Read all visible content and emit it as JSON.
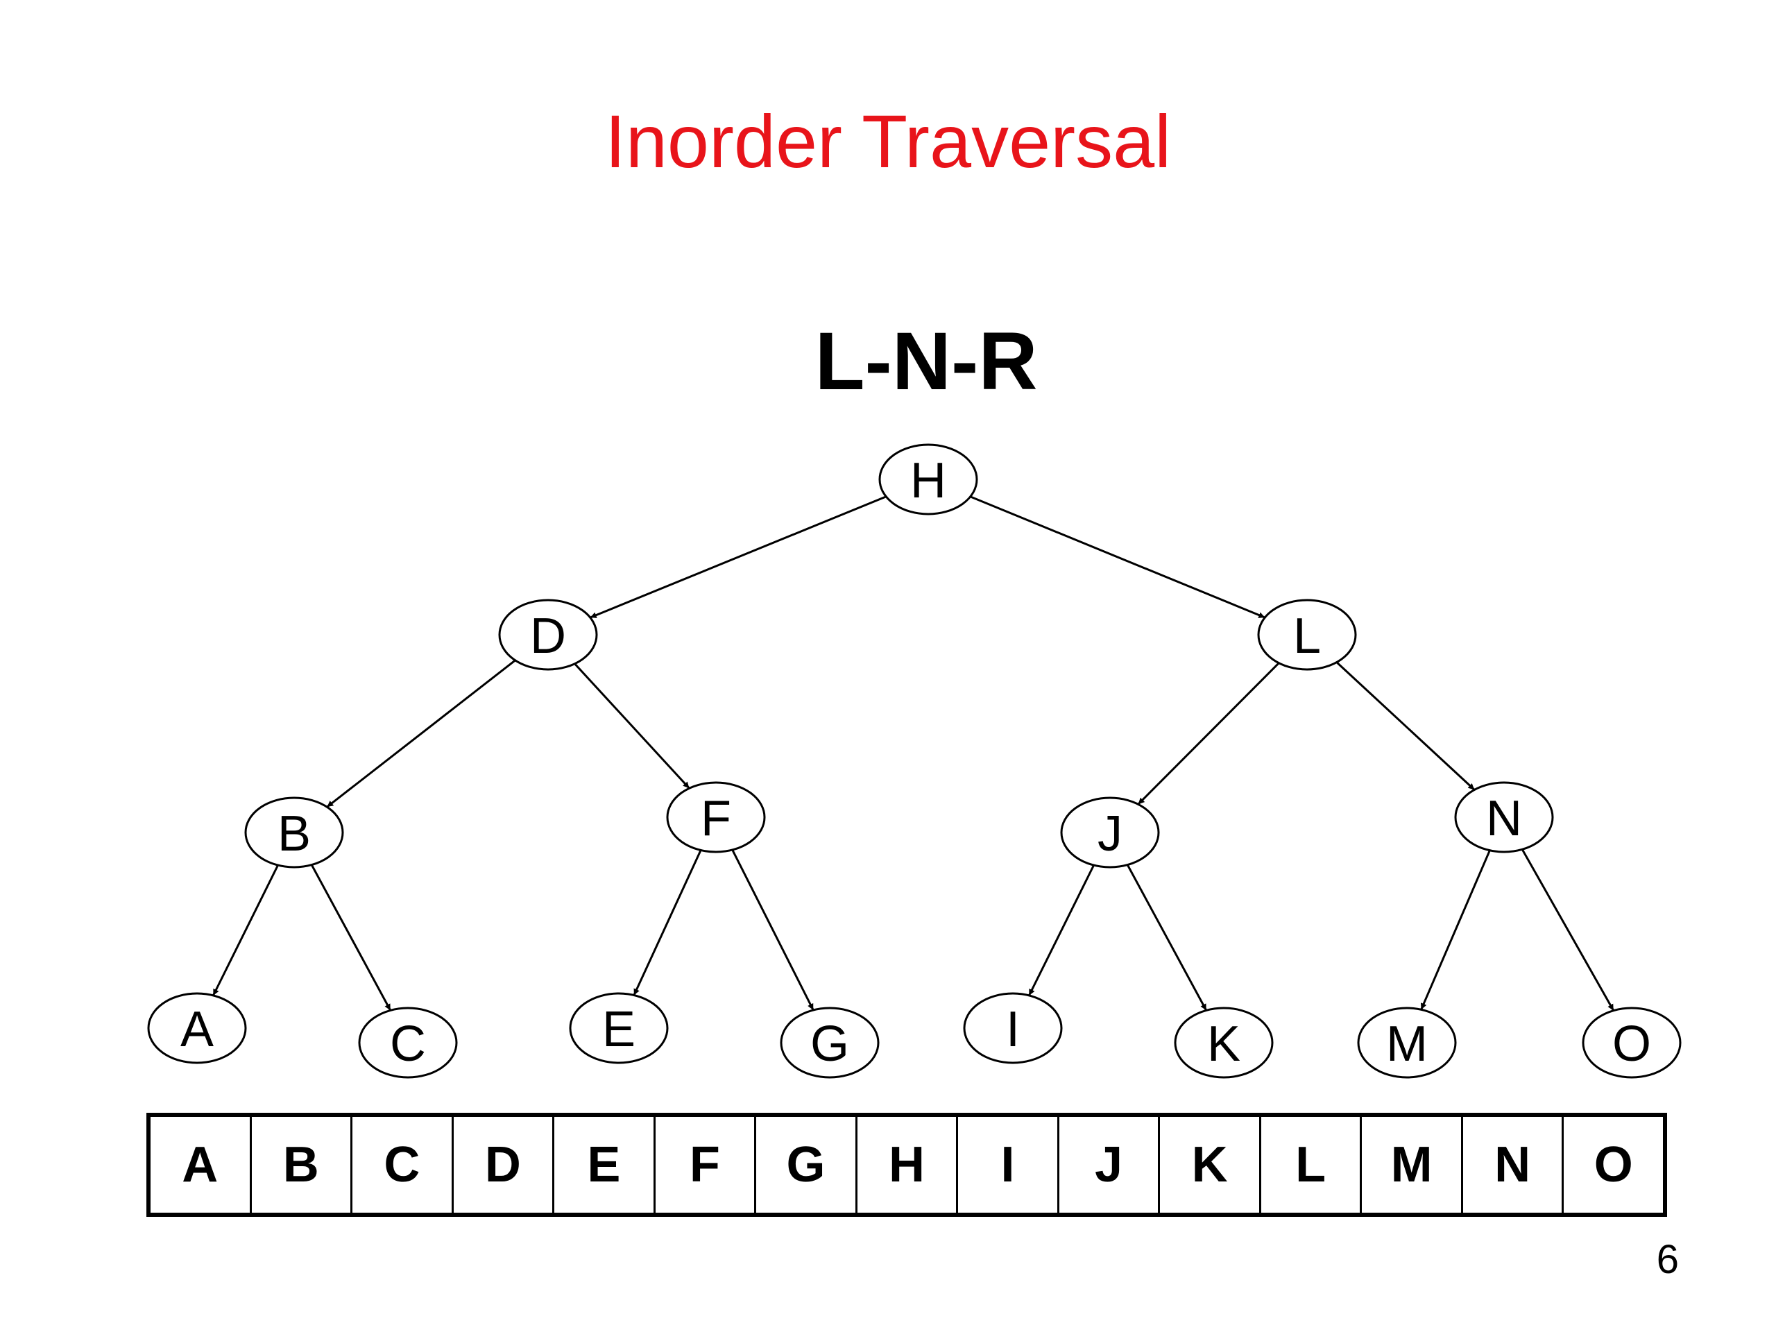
{
  "slide": {
    "title": "Inorder Traversal",
    "title_color": "#e8141a",
    "subtitle": "L-N-R",
    "page_number": "6"
  },
  "tree": {
    "nodes": [
      {
        "id": "H",
        "label": "H"
      },
      {
        "id": "D",
        "label": "D"
      },
      {
        "id": "L",
        "label": "L"
      },
      {
        "id": "B",
        "label": "B"
      },
      {
        "id": "F",
        "label": "F"
      },
      {
        "id": "J",
        "label": "J"
      },
      {
        "id": "N",
        "label": "N"
      },
      {
        "id": "A",
        "label": "A"
      },
      {
        "id": "C",
        "label": "C"
      },
      {
        "id": "E",
        "label": "E"
      },
      {
        "id": "G",
        "label": "G"
      },
      {
        "id": "I",
        "label": "I"
      },
      {
        "id": "K",
        "label": "K"
      },
      {
        "id": "M",
        "label": "M"
      },
      {
        "id": "O",
        "label": "O"
      }
    ],
    "edges": [
      {
        "from": "H",
        "to": "D"
      },
      {
        "from": "H",
        "to": "L"
      },
      {
        "from": "D",
        "to": "B"
      },
      {
        "from": "D",
        "to": "F"
      },
      {
        "from": "L",
        "to": "J"
      },
      {
        "from": "L",
        "to": "N"
      },
      {
        "from": "B",
        "to": "A"
      },
      {
        "from": "B",
        "to": "C"
      },
      {
        "from": "F",
        "to": "E"
      },
      {
        "from": "F",
        "to": "G"
      },
      {
        "from": "J",
        "to": "I"
      },
      {
        "from": "J",
        "to": "K"
      },
      {
        "from": "N",
        "to": "M"
      },
      {
        "from": "N",
        "to": "O"
      }
    ]
  },
  "traversal_order": [
    "A",
    "B",
    "C",
    "D",
    "E",
    "F",
    "G",
    "H",
    "I",
    "J",
    "K",
    "L",
    "M",
    "N",
    "O"
  ]
}
